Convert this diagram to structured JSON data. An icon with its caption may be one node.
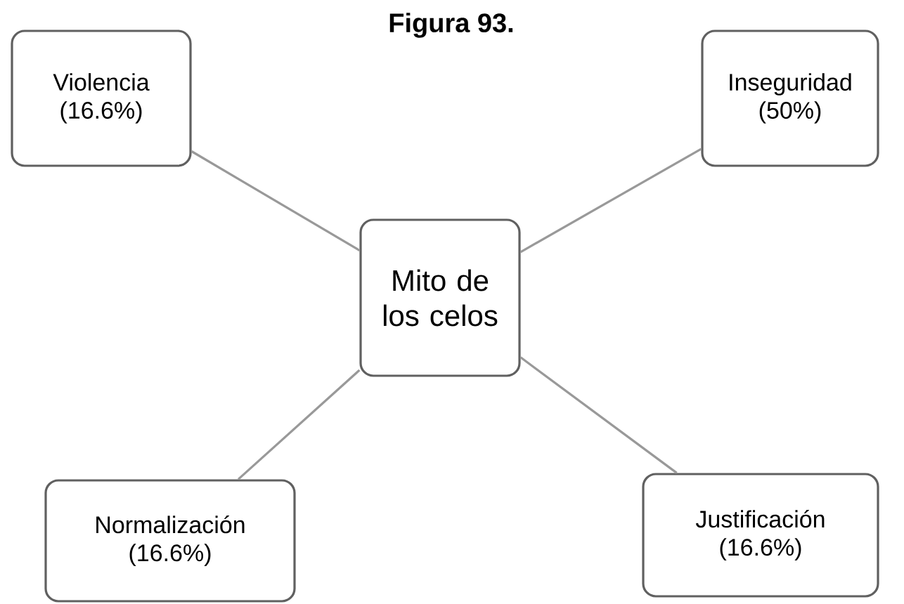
{
  "diagram": {
    "title": "Figura 93.",
    "nodes": [
      {
        "text": [
          "Violencia (16.6%)"
        ]
      },
      {
        "text": [
          "Inseguridad (50%)"
        ]
      },
      {
        "text": [
          "Mito de los celos"
        ]
      },
      {
        "text": [
          "Normalización (16.6%)"
        ]
      },
      {
        "text": [
          "Justificación (16.6%)"
        ]
      }
    ],
    "edges": [
      {
        "from": 2,
        "to": 0,
        "arrow": "none"
      },
      {
        "from": 2,
        "to": 1,
        "arrow": "none"
      },
      {
        "from": 2,
        "to": 3,
        "arrow": "none"
      },
      {
        "from": 2,
        "to": 4,
        "arrow": "none"
      }
    ]
  }
}
